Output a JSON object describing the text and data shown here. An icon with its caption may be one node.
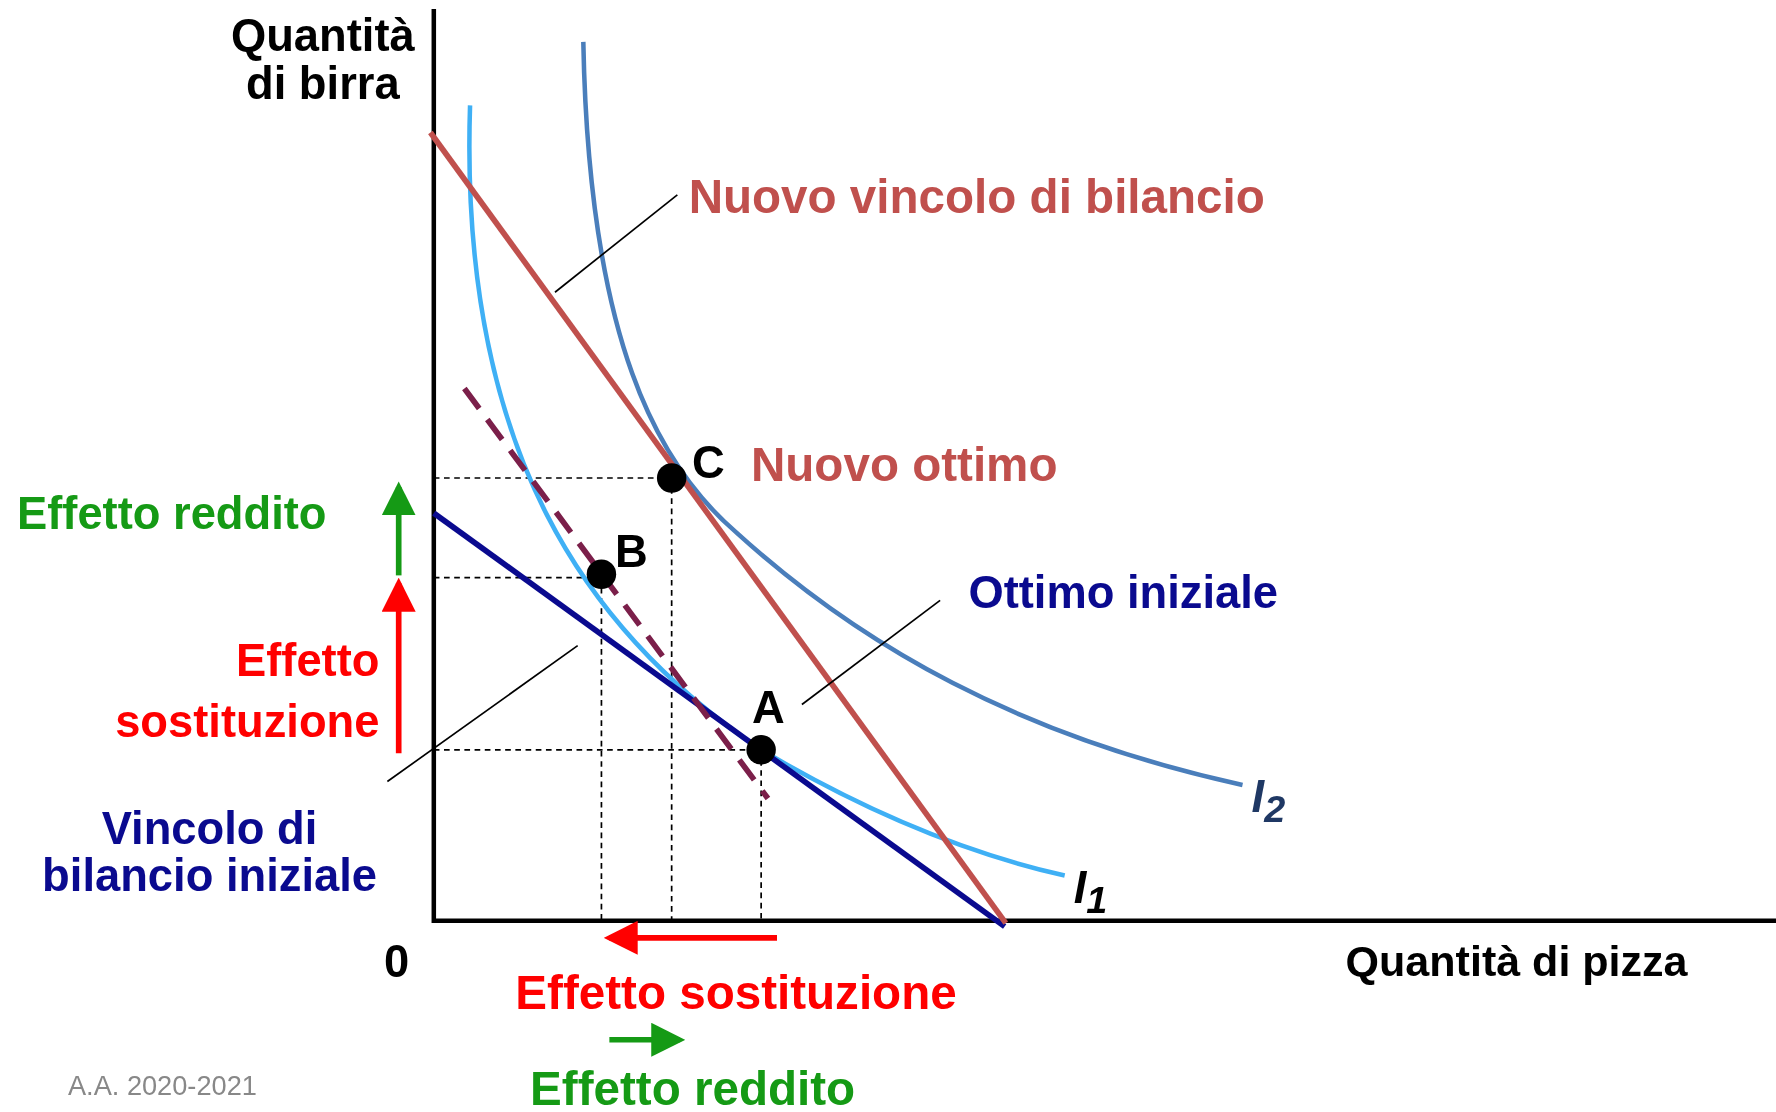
{
  "diagram": {
    "nodes": [
      {
        "text": [
          "Nuovo vincolo di bilancio"
        ]
      },
      {
        "text": [],
        "shape": "circle",
        "beside": [
          "C",
          "Nuovo ottimo"
        ]
      },
      {
        "text": [],
        "shape": "circle",
        "beside": [
          "B"
        ]
      },
      {
        "text": [
          "Ottimo iniziale"
        ]
      },
      {
        "text": [],
        "shape": "circle",
        "beside": [
          "A"
        ]
      },
      {
        "text": [
          "Vincolo di bilancio iniziale"
        ]
      }
    ],
    "edges": [
      {
        "from": 0,
        "to": null,
        "arrow": "none"
      },
      {
        "from": 3,
        "to": 4,
        "arrow": "none"
      },
      {
        "from": 5,
        "to": null,
        "arrow": "none"
      }
    ],
    "labels": [
      "Quantità di birra",
      "Effetto reddito",
      "Effetto sostituzione",
      "I$_{2}$",
      "I$_{1}$",
      "0",
      "Quantità di pizza",
      "Effetto sostituzione",
      "Effetto reddito",
      "A.A. 2020-2021"
    ]
  }
}
